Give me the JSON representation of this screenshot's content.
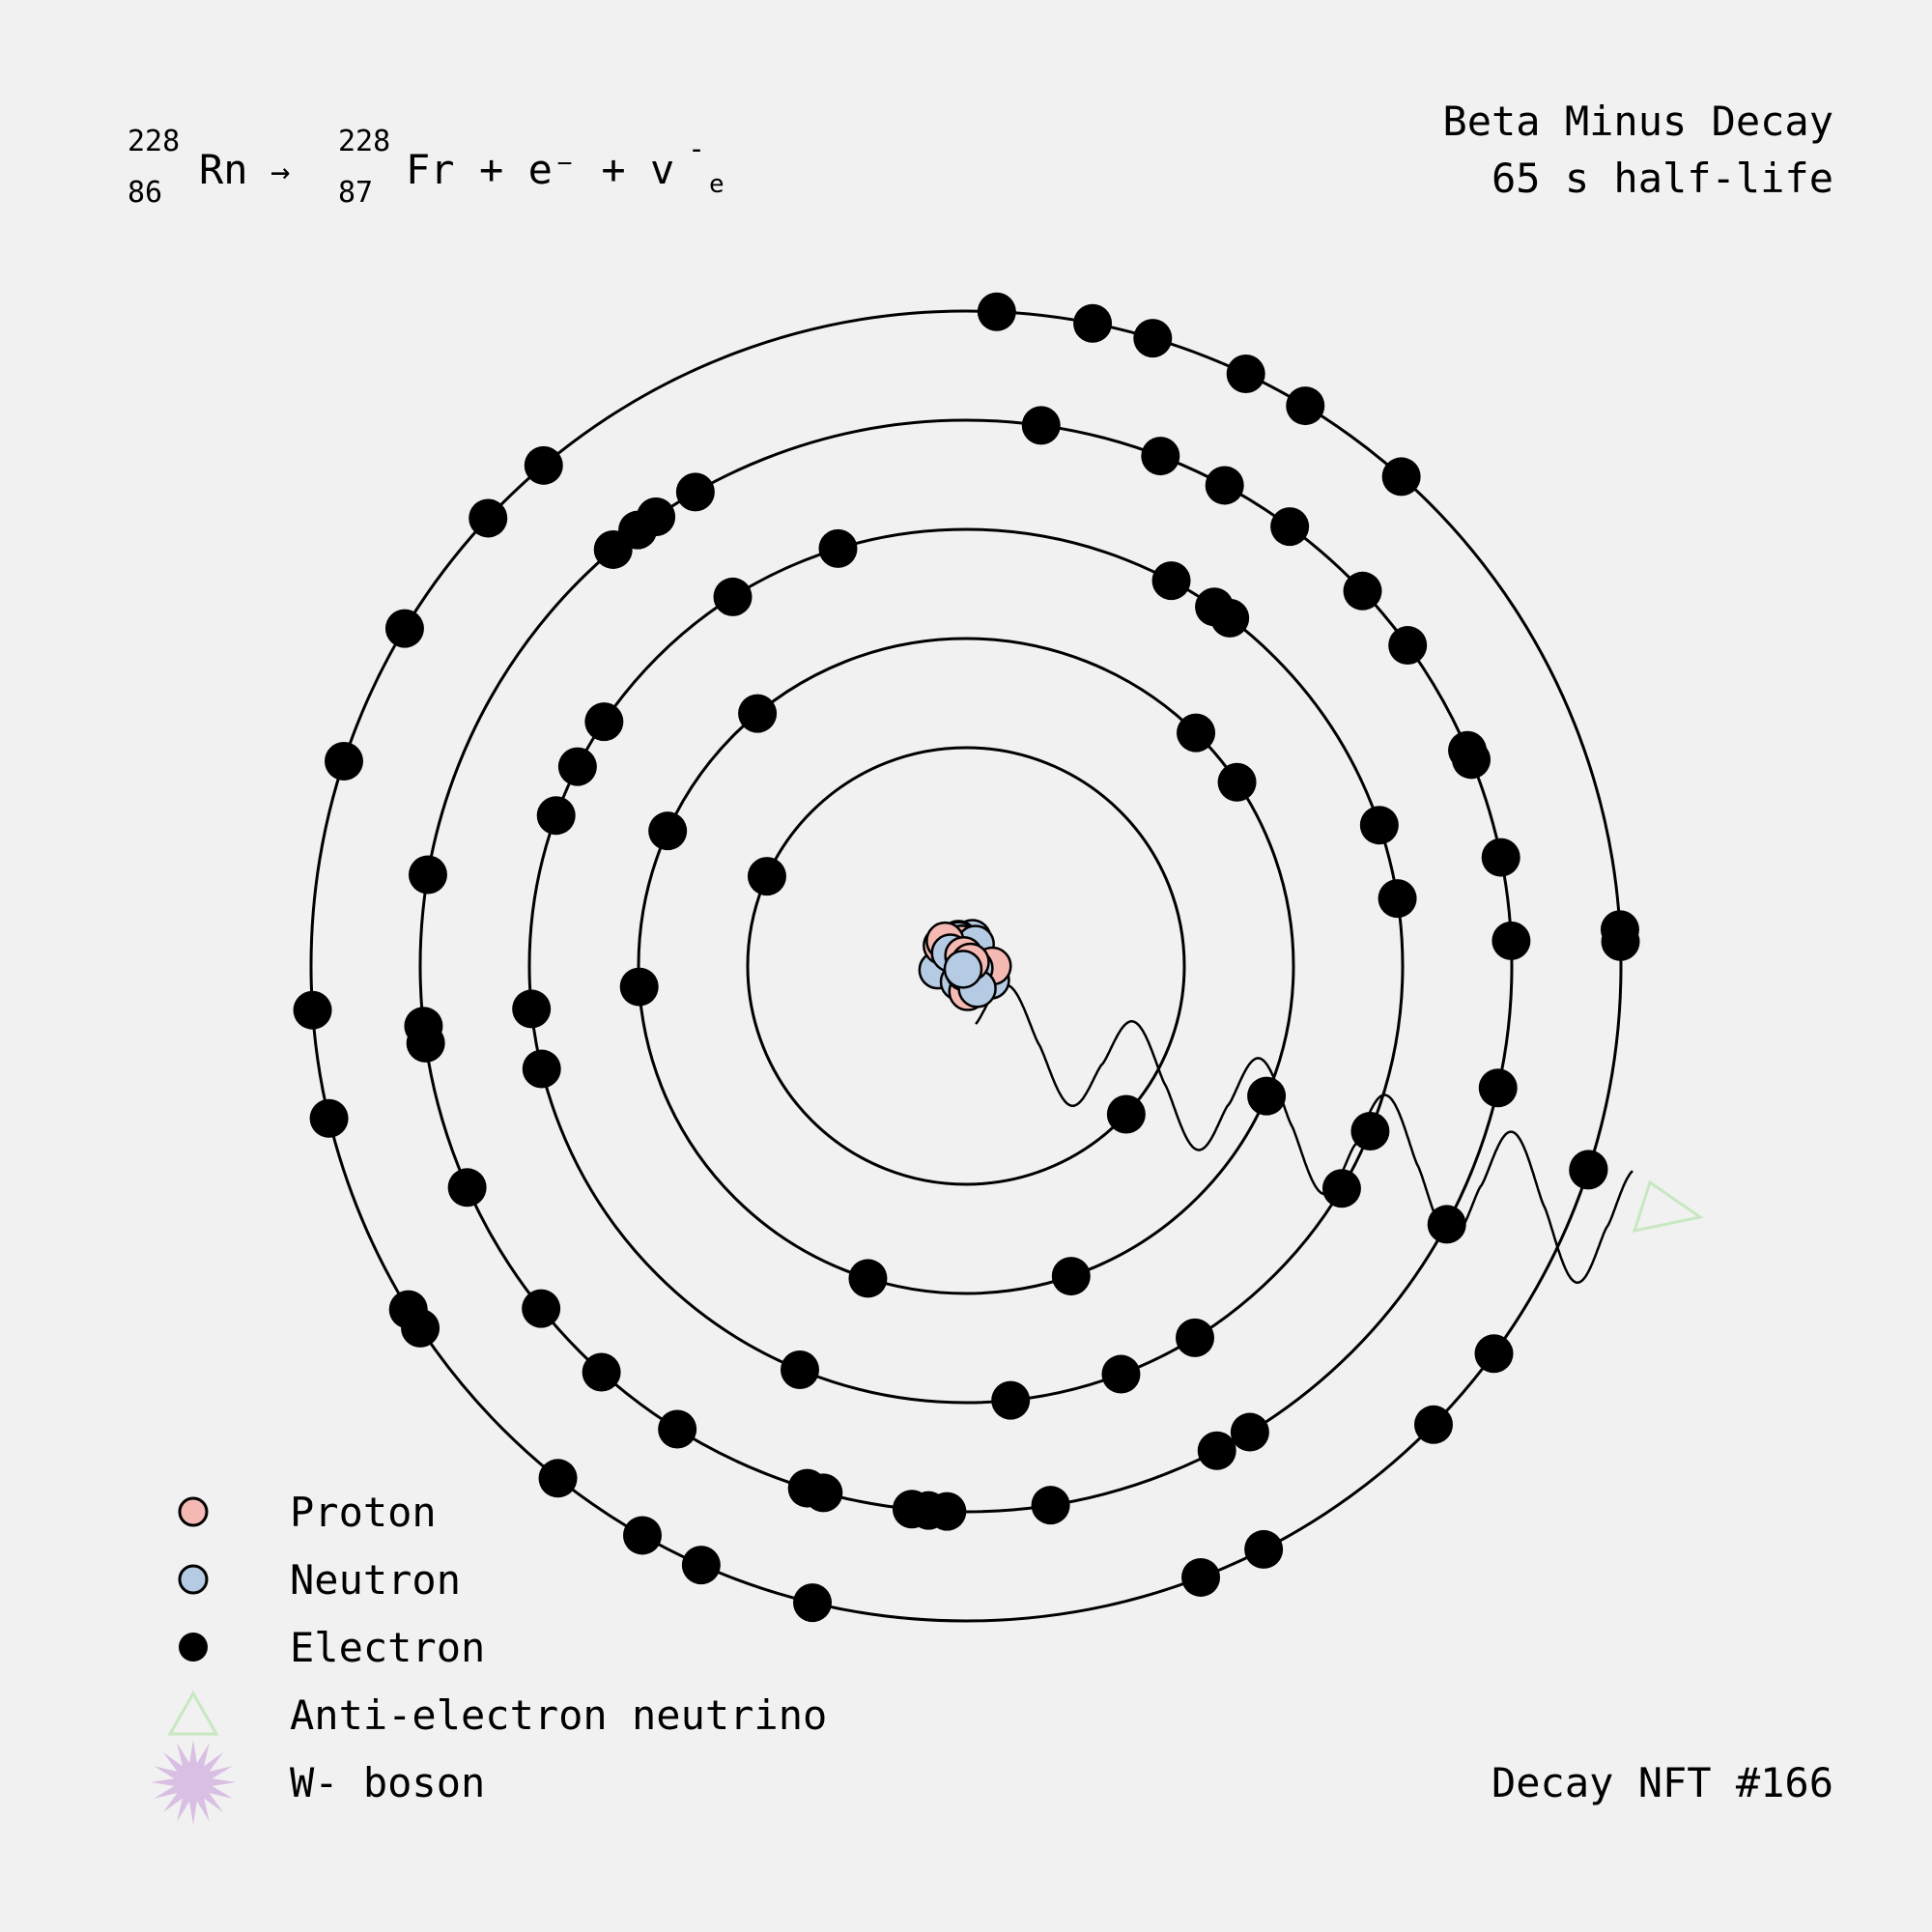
{
  "equation": {
    "parent_mass": "228",
    "parent_number": "86",
    "parent_symbol": "Rn",
    "arrow": "→",
    "daughter_mass": "228",
    "daughter_number": "87",
    "daughter_symbol": "Fr",
    "products": "+ e⁻ + v",
    "antineutrino_bar": "-",
    "neutrino_subscript": "e"
  },
  "decay": {
    "type": "Beta Minus Decay",
    "half_life": "65 s half-life"
  },
  "legend": [
    {
      "label": "Proton",
      "icon": "proton-circle-icon",
      "color": "#f4b9b2"
    },
    {
      "label": "Neutron",
      "icon": "neutron-circle-icon",
      "color": "#b5cbe3"
    },
    {
      "label": "Electron",
      "icon": "electron-dot-icon",
      "color": "#000000"
    },
    {
      "label": "Anti-electron neutrino",
      "icon": "triangle-outline-icon",
      "color": "#c7e8c0"
    },
    {
      "label": "W- boson",
      "icon": "starburst-icon",
      "color": "#d8bfe3"
    }
  ],
  "footer": {
    "nft_label": "Decay NFT #166"
  },
  "colors": {
    "background": "#f1f1f1",
    "proton": "#f4b9b2",
    "neutron": "#b5cbe3",
    "electron": "#000000",
    "neutrino": "#c7e8c0",
    "w_boson": "#d8bfe3"
  },
  "atom": {
    "shell_count": 5,
    "electrons_per_shell": [
      2,
      8,
      18,
      32,
      26
    ]
  }
}
